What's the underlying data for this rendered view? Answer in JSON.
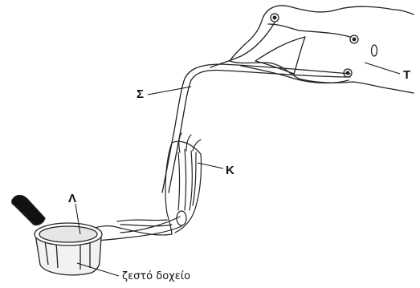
{
  "labels": {
    "spinal_cord": "Σ",
    "brain": "Τ",
    "muscle": "Κ",
    "receptor": "Λ",
    "caption": "ζεστό δοχείο"
  }
}
